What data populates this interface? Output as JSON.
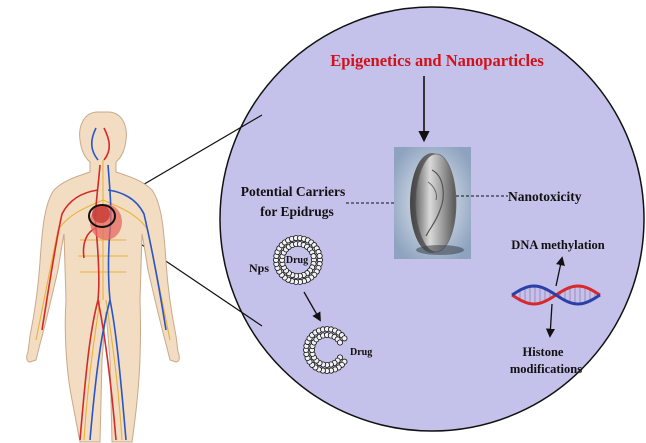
{
  "title": "Epigenetics and Nanoparticles",
  "labels": {
    "carriers_line1": "Potential Carriers",
    "carriers_line2": "for Epidrugs",
    "nanotoxicity": "Nanotoxicity",
    "nps": "Nps",
    "drug_inside": "Drug",
    "drug_released": "Drug",
    "dna_methylation": "DNA methylation",
    "histone_line1": "Histone",
    "histone_line2": "modifications"
  },
  "colors": {
    "title": "#d0121b",
    "circle_fill": "#c4c2ea",
    "text": "#111111",
    "dna_red": "#d8282b",
    "dna_blue": "#2a3fa8",
    "artery": "#d42a2a",
    "vein": "#2855c8",
    "nerve": "#e8b23a"
  },
  "icons": [
    "human-circulatory-system-icon",
    "coin-icon",
    "nanoparticle-icon",
    "dna-double-helix-icon"
  ]
}
